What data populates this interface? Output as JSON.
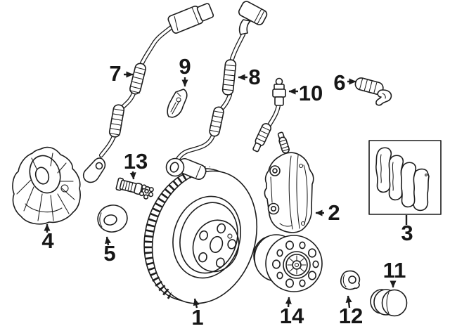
{
  "diagram": {
    "kind": "exploded-parts-line-drawing",
    "colors": {
      "line": "#1c1c1c",
      "background": "#ffffff"
    },
    "callouts": [
      {
        "number": "1",
        "part": "brake disc rotor"
      },
      {
        "number": "2",
        "part": "brake caliper"
      },
      {
        "number": "3",
        "part": "brake pad set (boxed)"
      },
      {
        "number": "4",
        "part": "splash shield"
      },
      {
        "number": "5",
        "part": "seal ring"
      },
      {
        "number": "6",
        "part": "retaining clip"
      },
      {
        "number": "7",
        "part": "abs wheel speed sensor (left)"
      },
      {
        "number": "8",
        "part": "abs wheel speed sensor (right)"
      },
      {
        "number": "9",
        "part": "sensor bracket"
      },
      {
        "number": "10",
        "part": "brake hose"
      },
      {
        "number": "11",
        "part": "dust cap"
      },
      {
        "number": "12",
        "part": "lock clip"
      },
      {
        "number": "13",
        "part": "mounting bolt"
      },
      {
        "number": "14",
        "part": "wheel hub"
      }
    ]
  }
}
